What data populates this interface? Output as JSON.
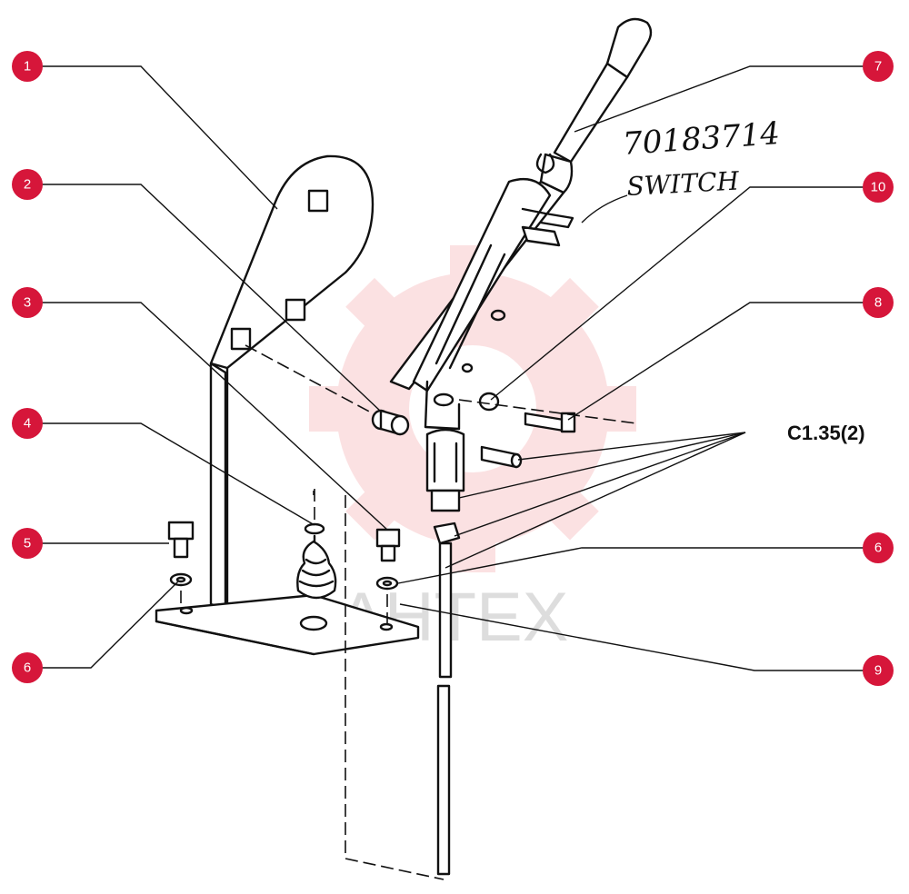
{
  "callouts": [
    {
      "id": "c1",
      "num": "1"
    },
    {
      "id": "c2",
      "num": "2"
    },
    {
      "id": "c3",
      "num": "3"
    },
    {
      "id": "c4",
      "num": "4"
    },
    {
      "id": "c5",
      "num": "5"
    },
    {
      "id": "c6a",
      "num": "6"
    },
    {
      "id": "c7",
      "num": "7"
    },
    {
      "id": "c10",
      "num": "10"
    },
    {
      "id": "c8",
      "num": "8"
    },
    {
      "id": "c6b",
      "num": "6"
    },
    {
      "id": "c9",
      "num": "9"
    }
  ],
  "annotations": {
    "part_number": "70183714",
    "switch": "SWITCH",
    "reference": "C1.35(2)"
  },
  "watermark": {
    "text": "AHTEX",
    "color": "#e8202a"
  },
  "colors": {
    "callout": "#d6163a",
    "line": "#111111"
  }
}
